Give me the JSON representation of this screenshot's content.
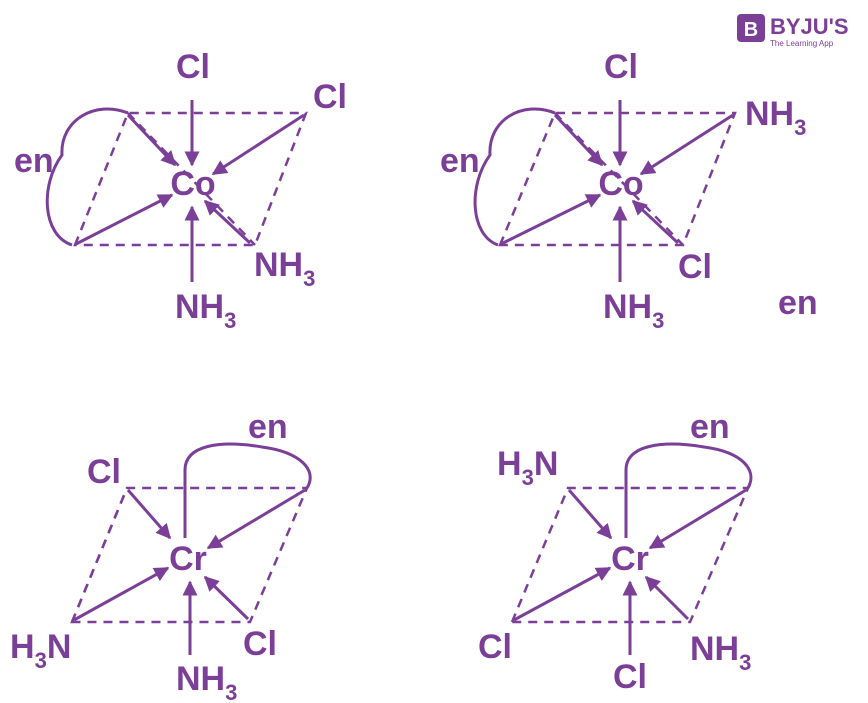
{
  "logo": {
    "brand": "BYJU'S",
    "tagline": "The Learning App",
    "badge": "B"
  },
  "colors": {
    "ink": "#7b3f98"
  },
  "structures": [
    {
      "metal": "Co",
      "labels": {
        "top": "Cl",
        "upper_right": "Cl",
        "lower_right": {
          "base": "NH",
          "sub": "3"
        },
        "bottom": {
          "base": "NH",
          "sub": "3"
        },
        "chelate": "en"
      }
    },
    {
      "metal": "Co",
      "labels": {
        "top": "Cl",
        "upper_right": {
          "base": "NH",
          "sub": "3"
        },
        "lower_right": "Cl",
        "bottom": {
          "base": "NH",
          "sub": "3"
        },
        "chelate": "en"
      },
      "extra_label": "en"
    },
    {
      "metal": "Cr",
      "labels": {
        "upper_left": "Cl",
        "lower_left": {
          "pre": "H",
          "sub": "3",
          "post": "N"
        },
        "lower_right": "Cl",
        "bottom": {
          "base": "NH",
          "sub": "3"
        },
        "chelate": "en"
      }
    },
    {
      "metal": "Cr",
      "labels": {
        "upper_left": {
          "pre": "H",
          "sub": "3",
          "post": "N"
        },
        "lower_left": "Cl",
        "lower_right": {
          "base": "NH",
          "sub": "3"
        },
        "bottom": "Cl",
        "chelate": "en"
      }
    }
  ]
}
